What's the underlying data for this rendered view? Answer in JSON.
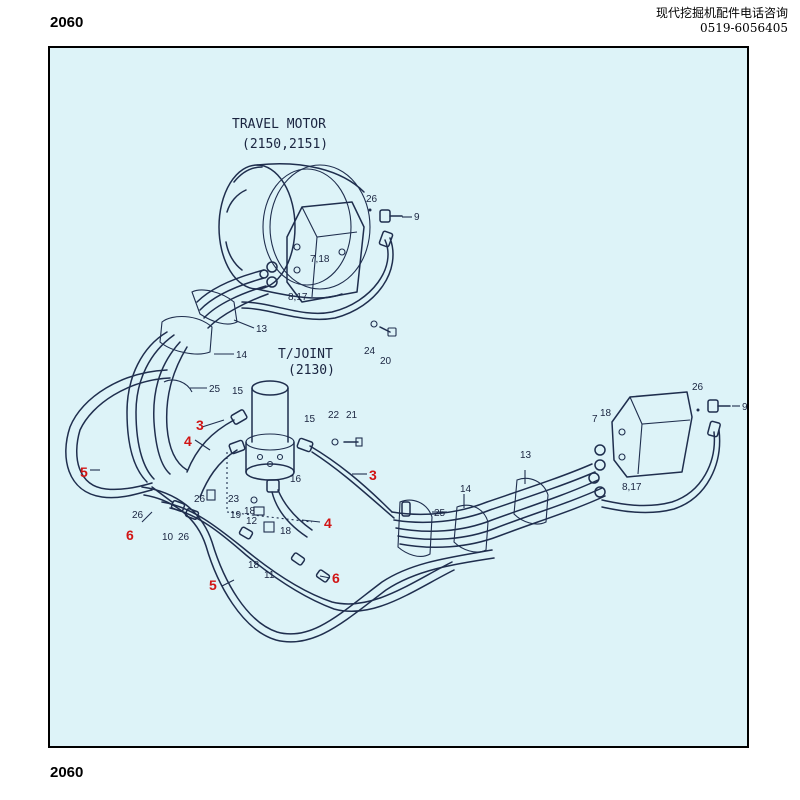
{
  "page_number_top": "2060",
  "page_number_bottom": "2060",
  "contact": {
    "line1": "现代挖掘机配件电话咨询",
    "line2": "0519-6056405"
  },
  "diagram": {
    "travel_motor": {
      "label": "TRAVEL MOTOR",
      "ref": "(2150,2151)"
    },
    "turning_joint": {
      "label": "T/JOINT",
      "ref": "(2130)"
    },
    "part_labels": {
      "p26a": "26",
      "p9a": "9",
      "p718": "7,18",
      "p817a": "8,17",
      "p13a": "13",
      "p14a": "14",
      "p24": "24",
      "p20": "20",
      "p25a": "25",
      "p15a": "15",
      "p15b": "15",
      "p22": "22",
      "p21": "21",
      "p16": "16",
      "p26b": "26",
      "p23": "23",
      "p19": "19",
      "p18a": "18",
      "p12": "12",
      "p18b": "18",
      "p18c": "18",
      "p11": "11",
      "p26c": "26",
      "p10": "10",
      "p26d": "26",
      "p7": "7",
      "p18d": "18",
      "p13b": "13",
      "p14b": "14",
      "p25b": "25",
      "p817b": "8,17",
      "p26e": "26",
      "p9b": "9"
    },
    "hose_labels": {
      "h3a": "3",
      "h4a": "4",
      "h5a": "5",
      "h3b": "3",
      "h4b": "4",
      "h6a": "6",
      "h5b": "5",
      "h6b": "6"
    }
  }
}
